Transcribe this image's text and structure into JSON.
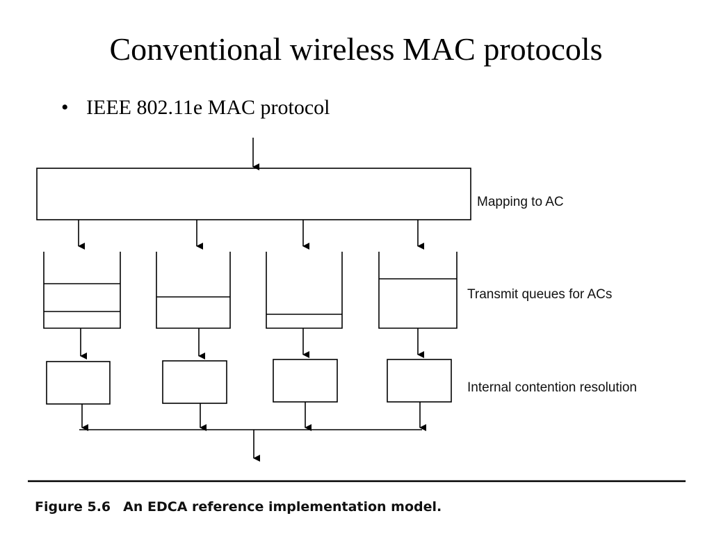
{
  "slide": {
    "title": "Conventional wireless MAC protocols",
    "bullet_marker": "•",
    "bullet": "IEEE 802.11e MAC protocol"
  },
  "diagram": {
    "labels": {
      "mapping": "Mapping to AC",
      "queues": "Transmit queues for ACs",
      "contention": "Internal contention resolution"
    }
  },
  "caption": {
    "number": "Figure 5.6",
    "text": "An EDCA reference implementation model."
  }
}
